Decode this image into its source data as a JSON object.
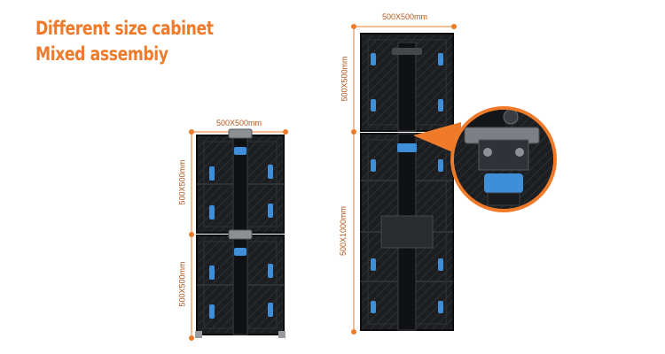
{
  "headline": {
    "line1": "Different size cabinet",
    "line2": "Mixed assembiy"
  },
  "left_stack": {
    "width_label": "500X500mm",
    "upper_height_label": "500X500mm",
    "lower_height_label": "500X500mm"
  },
  "right_stack": {
    "width_label": "500X500mm",
    "upper_height_label": "500X500mm",
    "lower_height_label": "500X1000mm"
  },
  "colors": {
    "accent": "#ee7a2a",
    "cabinet": "#1b1d20",
    "handle_blue": "#3f8fd8"
  }
}
